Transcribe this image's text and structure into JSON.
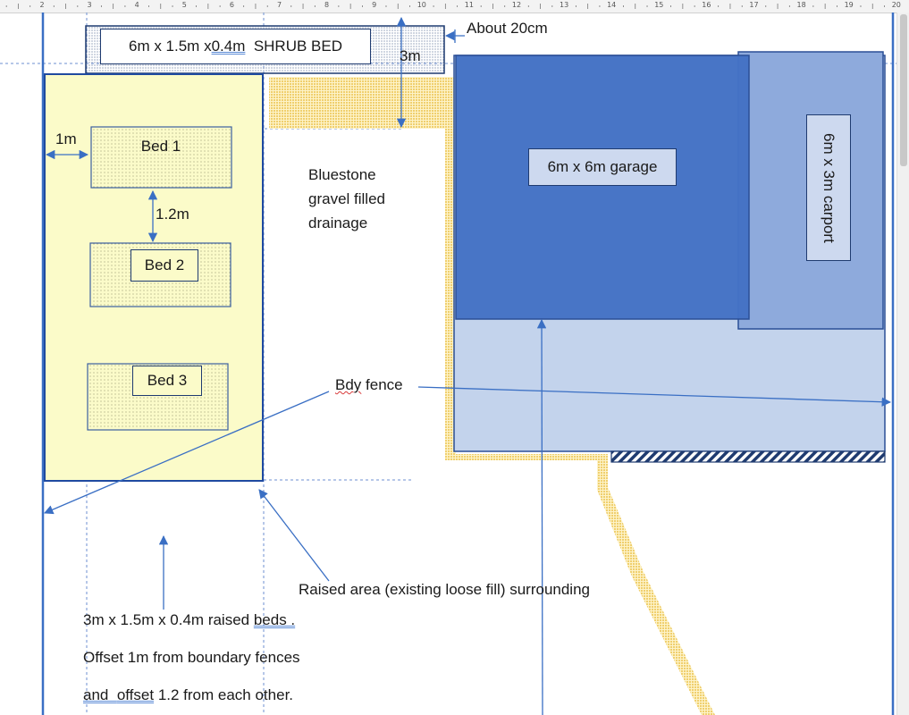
{
  "ruler": {
    "numbers": [
      "2",
      "3",
      "4",
      "5",
      "6",
      "7",
      "8",
      "9",
      "10",
      "11",
      "12",
      "13",
      "14",
      "15",
      "16",
      "17",
      "18",
      "19",
      "20"
    ]
  },
  "labels": {
    "shrub_bed": "6m x 1.5m x 0.4m  SHRUB BED",
    "shrub_bed_parts": {
      "a": "6m x 1.5m x ",
      "b": "0.4m",
      "c": "  SHRUB BED"
    },
    "three_m": "3m",
    "about_20cm": "About 20cm",
    "one_m": "1m",
    "bed1": "Bed 1",
    "bed2": "Bed 2",
    "bed3": "Bed 3",
    "one_two_m": "1.2m",
    "bluestone_line1": "Bluestone",
    "bluestone_line2": "gravel filled",
    "bluestone_line3": "drainage",
    "garage": "6m x 6m garage",
    "carport": "6m x 3m carport",
    "bdy_fence_word": "Bdy",
    "bdy_fence_rest": " fence",
    "raised_area": "Raised area (existing loose fill) surrounding",
    "note1_a": "3m x 1.5m x 0.4m raised ",
    "note1_b": "beds .",
    "note2": "Offset 1m from boundary fences",
    "note3_a": "and  ",
    "note3_b": "offset",
    "note3_c": " 1.2 from each other."
  },
  "colors": {
    "boundary": "#3a6fc4",
    "arrow": "#3a6fc4",
    "garage": "#4472c4",
    "carport": "#8eaadc",
    "driveway": "#c3d3ec",
    "raised_area": "#fbfbc9",
    "gravel": "#f3c64c",
    "shrub_bed": "#dfe6f1",
    "outline_dark": "#1f3b70"
  }
}
